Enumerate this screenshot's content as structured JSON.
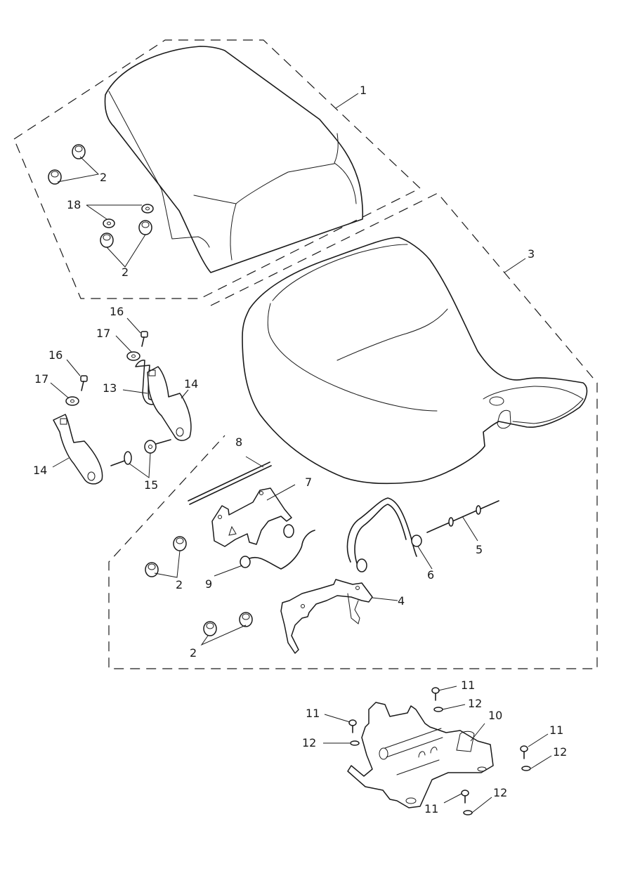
{
  "diagram": {
    "title": "Seat assembly exploded parts diagram",
    "line_color": "#1a1a1a",
    "background": "#ffffff",
    "parts": [
      {
        "ref": "1",
        "name": "rear seat (pillion)"
      },
      {
        "ref": "2",
        "name": "rubber buffer / grommet"
      },
      {
        "ref": "3",
        "name": "rider seat"
      },
      {
        "ref": "4",
        "name": "seat bracket"
      },
      {
        "ref": "5",
        "name": "pin / rod"
      },
      {
        "ref": "6",
        "name": "seat hook (U-bracket)"
      },
      {
        "ref": "7",
        "name": "latch plate"
      },
      {
        "ref": "8",
        "name": "rod"
      },
      {
        "ref": "9",
        "name": "hook bracket"
      },
      {
        "ref": "10",
        "name": "seat base / tray"
      },
      {
        "ref": "11",
        "name": "screw"
      },
      {
        "ref": "12",
        "name": "washer"
      },
      {
        "ref": "13",
        "name": "hinge bracket"
      },
      {
        "ref": "14",
        "name": "hinge"
      },
      {
        "ref": "15",
        "name": "shoulder bolt"
      },
      {
        "ref": "16",
        "name": "bolt"
      },
      {
        "ref": "17",
        "name": "washer"
      },
      {
        "ref": "18",
        "name": "washer"
      }
    ],
    "callouts": {
      "c1": "1",
      "c2a": "2",
      "c2b": "2",
      "c2c": "2",
      "c2d": "2",
      "c3": "3",
      "c4": "4",
      "c5": "5",
      "c6": "6",
      "c7": "7",
      "c8": "8",
      "c9": "9",
      "c10": "10",
      "c11a": "11",
      "c11b": "11",
      "c11c": "11",
      "c11d": "11",
      "c12a": "12",
      "c12b": "12",
      "c12c": "12",
      "c12d": "12",
      "c13": "13",
      "c14a": "14",
      "c14b": "14",
      "c15": "15",
      "c16a": "16",
      "c16b": "16",
      "c17a": "17",
      "c17b": "17",
      "c18": "18"
    }
  }
}
